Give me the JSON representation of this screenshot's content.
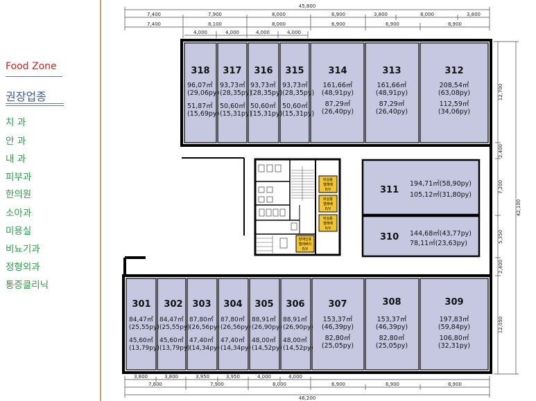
{
  "sidebar": {
    "food_zone": "Food Zone",
    "heading": "권장업종",
    "categories": [
      "치  과",
      "안  과",
      "내  과",
      "피부과",
      "한의원",
      "소아과",
      "미용실",
      "비뇨기과",
      "정형외과",
      "통증클리닉"
    ]
  },
  "dims": {
    "top_total": "45,800",
    "top_row1": [
      "7,400",
      "7,900",
      "8,000",
      "6,900",
      "3,800",
      "8,000",
      "3,800"
    ],
    "top_row2": [
      "7,400",
      "8,100",
      "8,000",
      "6,900",
      "6,900",
      "8,900"
    ],
    "top_row3": [
      "4,000",
      "4,000",
      "4,000",
      "4,000"
    ],
    "right_row1": [
      "12,700",
      "2,400",
      "7,200",
      "5,350",
      "2,400",
      "12,050"
    ],
    "right_total": "42,100",
    "bottom_row1": [
      "3,800",
      "3,800",
      "3,950",
      "3,950",
      "4,000",
      "4,000"
    ],
    "bottom_row2": [
      "7,600",
      "7,900",
      "8,000",
      "6,900",
      "6,900",
      "8,900"
    ],
    "bottom_total": "46,200"
  },
  "rooms_top": [
    {
      "num": "318",
      "a1": "96,07㎡",
      "p1": "(29,06py)",
      "a2": "51,87㎡",
      "p2": "(15,69py)"
    },
    {
      "num": "317",
      "a1": "93,73㎡",
      "p1": "(28,35py)",
      "a2": "50,60㎡",
      "p2": "(15,31py)"
    },
    {
      "num": "316",
      "a1": "93,73㎡",
      "p1": "(28,35py)",
      "a2": "50,60㎡",
      "p2": "(15,31py)"
    },
    {
      "num": "315",
      "a1": "93,73㎡",
      "p1": "(28,35py)",
      "a2": "50,60㎡",
      "p2": "(15,31py)"
    },
    {
      "num": "314",
      "a1": "161,66㎡",
      "p1": "(48,91py)",
      "a2": "87,29㎡",
      "p2": "(26,40py)"
    },
    {
      "num": "313",
      "a1": "161,66㎡",
      "p1": "(48,91py)",
      "a2": "87,29㎡",
      "p2": "(26,40py)"
    },
    {
      "num": "312",
      "a1": "208,54㎡",
      "p1": "(63,08py)",
      "a2": "112,59㎡",
      "p2": "(34,06py)"
    }
  ],
  "rooms_bottom": [
    {
      "num": "301",
      "a1": "84,47㎡",
      "p1": "(25,55py)",
      "a2": "45,60㎡",
      "p2": "(13,79py)"
    },
    {
      "num": "302",
      "a1": "84,47㎡",
      "p1": "(25,55py)",
      "a2": "45,60㎡",
      "p2": "(13,79py)"
    },
    {
      "num": "303",
      "a1": "87,80㎡",
      "p1": "(26,56py)",
      "a2": "47,40㎡",
      "p2": "(14,34py)"
    },
    {
      "num": "304",
      "a1": "87,80㎡",
      "p1": "(26,56py)",
      "a2": "47,40㎡",
      "p2": "(14,34py)"
    },
    {
      "num": "305",
      "a1": "88,91㎡",
      "p1": "(26,90py)",
      "a2": "48,00㎡",
      "p2": "(14,52py)"
    },
    {
      "num": "306",
      "a1": "88,91㎡",
      "p1": "(26,90py)",
      "a2": "48,00㎡",
      "p2": "(14,52py)"
    },
    {
      "num": "307",
      "a1": "153,37㎡",
      "p1": "(46,39py)",
      "a2": "82,80㎡",
      "p2": "(25,05py)"
    },
    {
      "num": "308",
      "a1": "153,37㎡",
      "p1": "(46,39py)",
      "a2": "82,80㎡",
      "p2": "(25,05py)"
    },
    {
      "num": "309",
      "a1": "197,83㎡",
      "p1": "(59,84py)",
      "a2": "106,80㎡",
      "p2": "(32,31py)"
    }
  ],
  "rooms_mid": [
    {
      "num": "311",
      "line1": "194,71㎡(58,90py)",
      "line2": "105,12㎡(31,80py)"
    },
    {
      "num": "310",
      "line1": "144,68㎡(43,77py)",
      "line2": "78,11㎡(23,63py)"
    }
  ],
  "core_labels": {
    "elev1": [
      "비상용",
      "엘레베",
      "E/V"
    ],
    "elev2": [
      "비상용",
      "엘레베",
      "E/V"
    ],
    "elev3": [
      "비상용",
      "엘레베",
      "E/V"
    ],
    "elev4": [
      "장애인용",
      "엘레베이",
      "E/V"
    ]
  },
  "colors": {
    "room_fill": "#c6c8e2",
    "wall": "#000000",
    "elevator_fill": "#f2c431",
    "sidebar_green": "#2e9a4a",
    "food_zone_red": "#c8281e",
    "heading_blue": "#3b5aa8"
  }
}
